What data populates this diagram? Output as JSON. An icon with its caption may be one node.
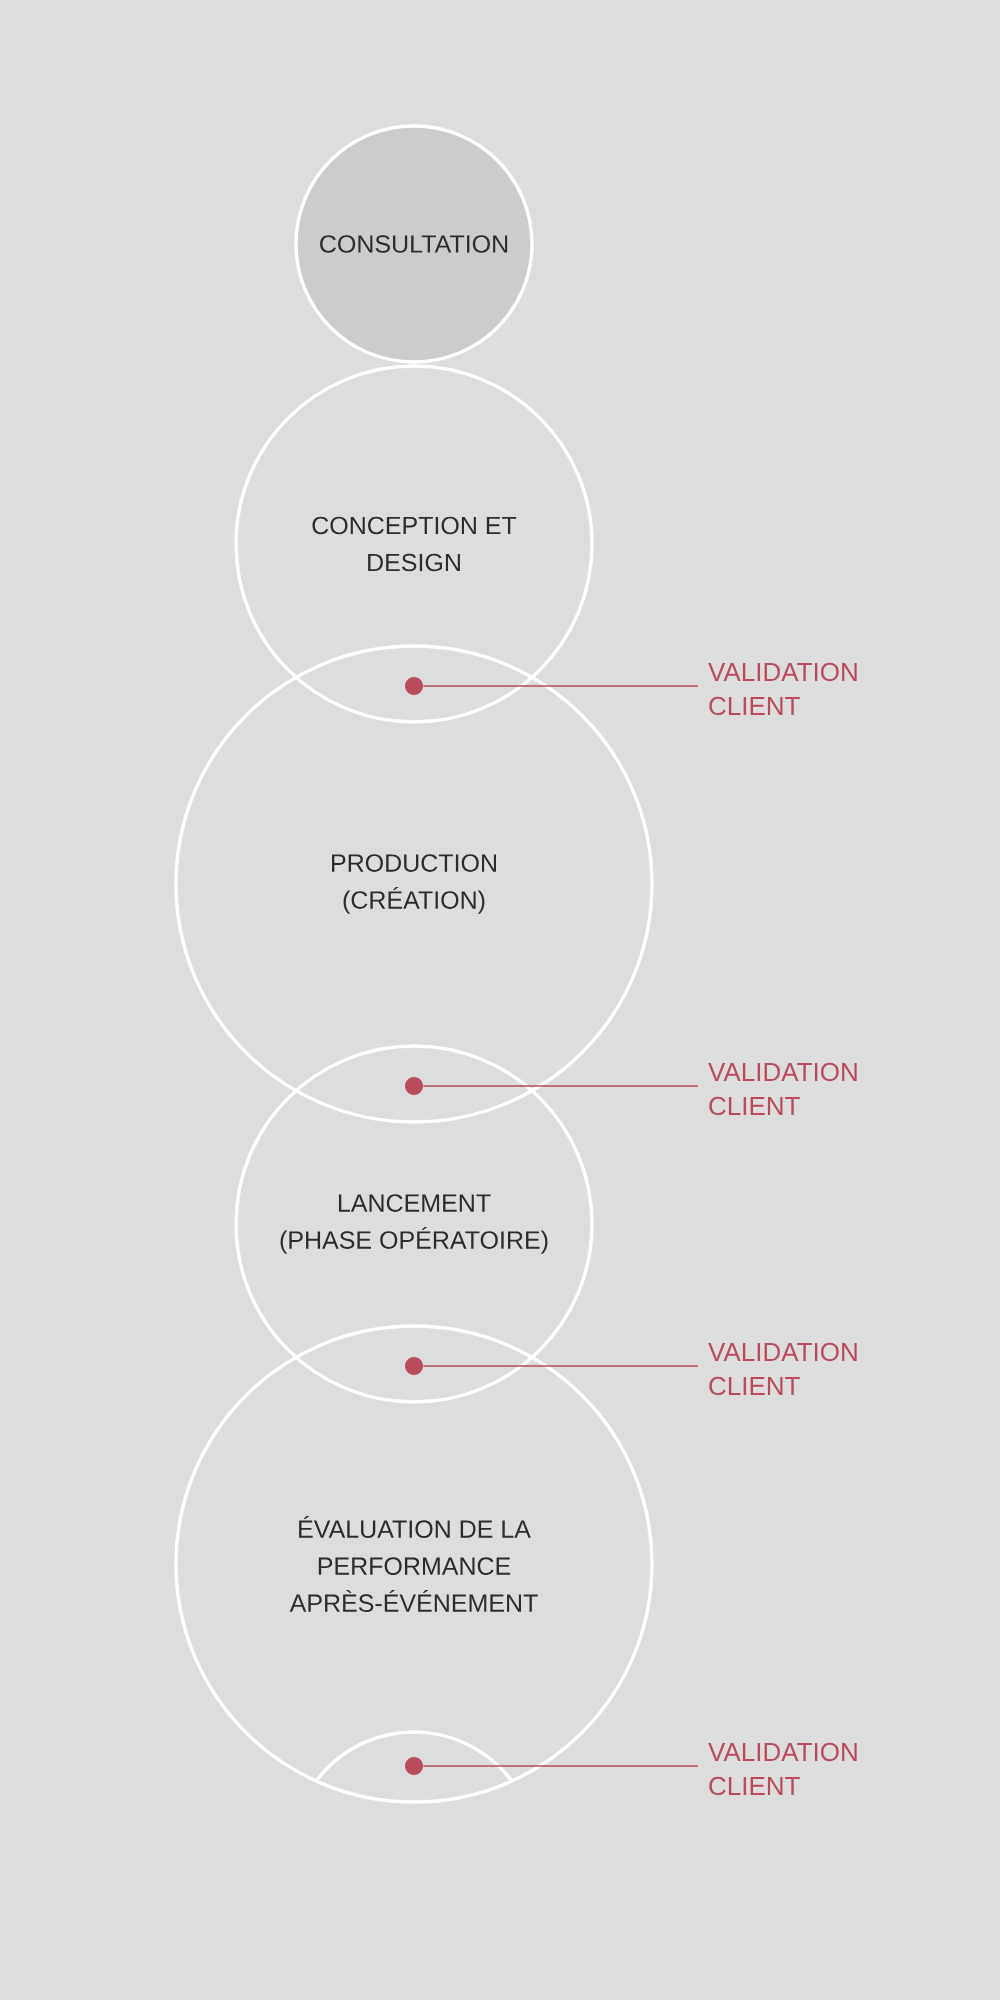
{
  "diagram": {
    "nodes": [
      {
        "text": [
          "CONSULTATION"
        ]
      },
      {
        "text": [
          "CONCEPTION ET DESIGN"
        ]
      },
      {
        "text": [],
        "shape": "dot"
      },
      {
        "text": [
          "VALIDATION CLIENT"
        ]
      },
      {
        "text": [
          "PRODUCTION (CRÉATION)"
        ]
      },
      {
        "text": [],
        "shape": "dot"
      },
      {
        "text": [
          "VALIDATION CLIENT"
        ]
      },
      {
        "text": [
          "LANCEMENT (PHASE OPÉRATOIRE)"
        ]
      },
      {
        "text": [],
        "shape": "dot"
      },
      {
        "text": [
          "VALIDATION CLIENT"
        ]
      },
      {
        "text": [
          "ÉVALUATION DE LA PERFORMANCE APRÈS-ÉVÉNEMENT"
        ]
      },
      {
        "text": [],
        "shape": "dot",
        "in": 10
      },
      {
        "text": [
          "VALIDATION CLIENT"
        ]
      }
    ],
    "edges": [
      {
        "from": 3,
        "to": 2,
        "arrow": "none"
      },
      {
        "from": 6,
        "to": 5,
        "arrow": "none"
      },
      {
        "from": 9,
        "to": 8,
        "arrow": "none"
      },
      {
        "from": 12,
        "to": 11,
        "arrow": "none"
      }
    ]
  }
}
